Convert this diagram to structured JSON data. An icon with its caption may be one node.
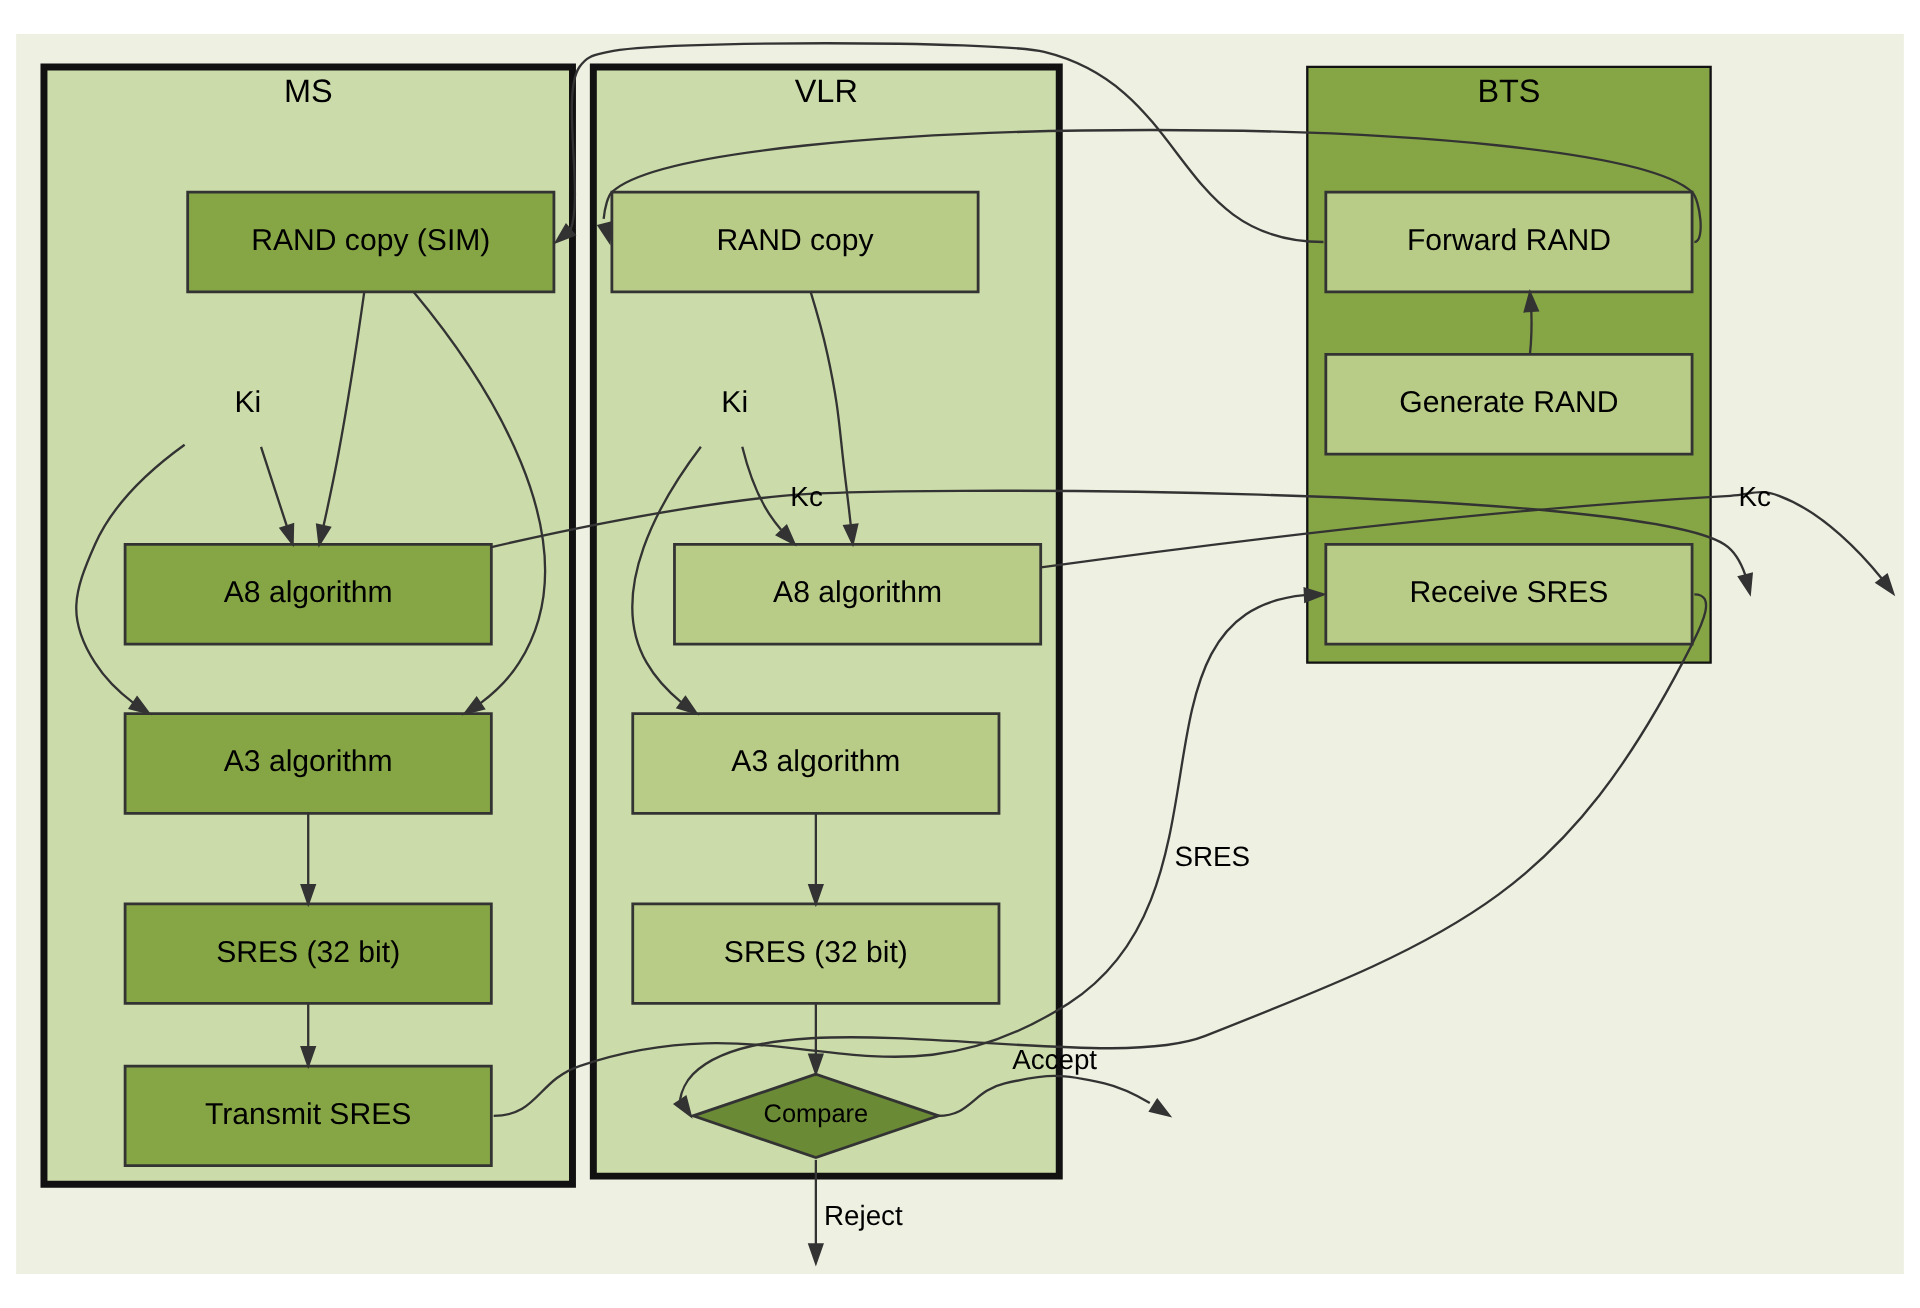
{
  "diagram": {
    "nodes": [
      {
        "text": [
          "MS"
        ]
      },
      {
        "text": [
          "RAND copy (SIM)"
        ],
        "in": 0
      },
      {
        "text": [
          "Ki"
        ],
        "in": 0
      },
      {
        "text": [
          "A8 algorithm"
        ],
        "in": 0
      },
      {
        "text": [
          "A3 algorithm"
        ],
        "in": 0
      },
      {
        "text": [
          "SRES (32 bit)"
        ],
        "in": 0
      },
      {
        "text": [
          "Transmit SRES"
        ],
        "in": 0
      },
      {
        "text": [
          "BTS"
        ]
      },
      {
        "text": [
          "Forward RAND"
        ],
        "in": 7
      },
      {
        "text": [
          "Generate RAND"
        ],
        "in": 7
      },
      {
        "text": [
          "Receive SRES"
        ],
        "in": 7
      },
      {
        "text": [
          "VLR"
        ]
      },
      {
        "text": [
          "RAND copy"
        ],
        "in": 11
      },
      {
        "text": [
          "Ki"
        ],
        "in": 11
      },
      {
        "text": [
          "A8 algorithm"
        ],
        "in": 11
      },
      {
        "text": [
          "A3 algorithm"
        ],
        "in": 11
      },
      {
        "text": [
          "SRES (32 bit)"
        ],
        "in": 11
      },
      {
        "text": [
          "Compare"
        ],
        "in": 11
      }
    ],
    "edges": [
      {
        "from": 1,
        "to": 3,
        "arrow": "to"
      },
      {
        "from": 1,
        "to": 4,
        "arrow": "to"
      },
      {
        "from": 2,
        "to": 3,
        "arrow": "to"
      },
      {
        "from": 2,
        "to": 4,
        "arrow": "to"
      },
      {
        "from": 3,
        "to": null,
        "arrow": "to",
        "label": "Kc"
      },
      {
        "from": 4,
        "to": 5,
        "arrow": "to"
      },
      {
        "from": 5,
        "to": 6,
        "arrow": "to"
      },
      {
        "from": 6,
        "to": 10,
        "arrow": "to",
        "label": "SRES"
      },
      {
        "from": 9,
        "to": 8,
        "arrow": "to"
      },
      {
        "from": 8,
        "to": 1,
        "arrow": "to"
      },
      {
        "from": 8,
        "to": 12,
        "arrow": "to"
      },
      {
        "from": 10,
        "to": 17,
        "arrow": "to"
      },
      {
        "from": 12,
        "to": 14,
        "arrow": "to"
      },
      {
        "from": 13,
        "to": 14,
        "arrow": "to"
      },
      {
        "from": 13,
        "to": 15,
        "arrow": "to"
      },
      {
        "from": 14,
        "to": null,
        "arrow": "to",
        "label": "Kc"
      },
      {
        "from": 15,
        "to": 16,
        "arrow": "to"
      },
      {
        "from": 16,
        "to": 17,
        "arrow": "to"
      },
      {
        "from": 17,
        "to": null,
        "arrow": "to",
        "label": "Accept"
      },
      {
        "from": 17,
        "to": null,
        "arrow": "to",
        "label": "Reject"
      }
    ]
  }
}
